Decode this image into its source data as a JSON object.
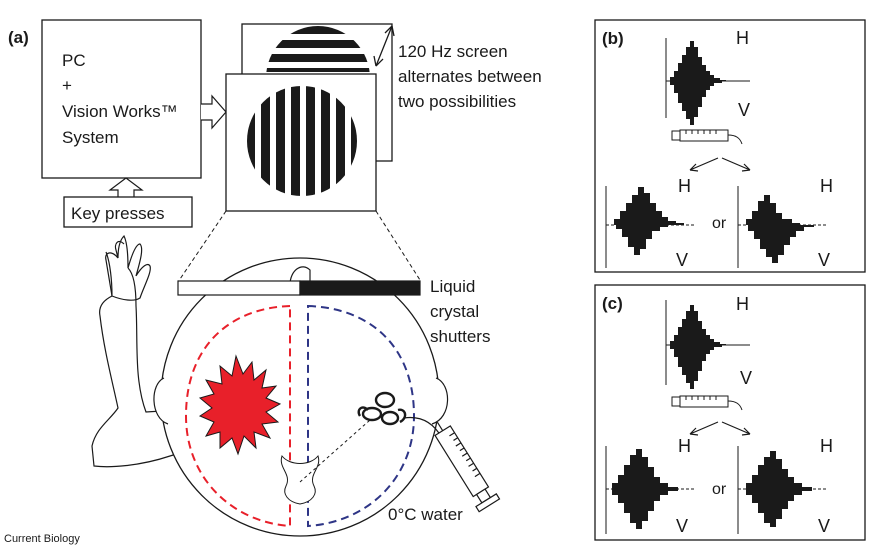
{
  "panels": {
    "a": {
      "letter": "(a)",
      "pc_box": [
        "PC",
        "+",
        "Vision Works™",
        "System"
      ],
      "key_presses": "Key presses",
      "screen_note": [
        "120 Hz screen",
        "alternates between",
        "two possibilities"
      ],
      "shutters": [
        "Liquid",
        "crystal",
        "shutters"
      ],
      "water": "0°C water"
    },
    "b": {
      "letter": "(b)",
      "h": "H",
      "v": "V",
      "or": "or",
      "bottom_left": {
        "h": "H",
        "v": "V"
      },
      "bottom_right": {
        "h": "H",
        "v": "V"
      }
    },
    "c": {
      "letter": "(c)",
      "h": "H",
      "v": "V",
      "or": "or",
      "bottom_left": {
        "h": "H",
        "v": "V"
      },
      "bottom_right": {
        "h": "H",
        "v": "V"
      }
    }
  },
  "footer": "Current Biology",
  "colors": {
    "red": "#e8202a",
    "blue": "#2e3586",
    "ink": "#1a1a1a"
  }
}
